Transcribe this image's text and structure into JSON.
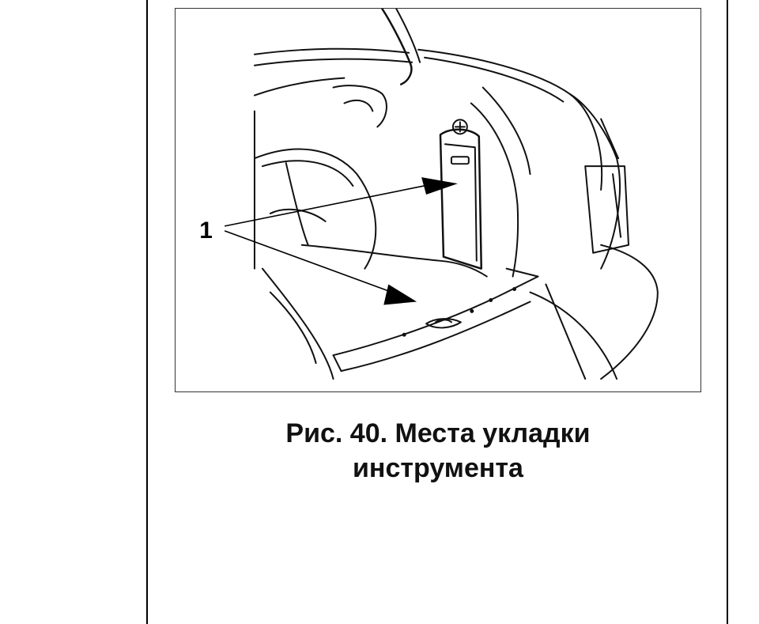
{
  "figure": {
    "callout_number": "1",
    "caption_line1": "Рис. 40. Места укладки",
    "caption_line2": "инструмента"
  },
  "colors": {
    "ink": "#000000",
    "frame": "#333333",
    "background": "#ffffff"
  }
}
